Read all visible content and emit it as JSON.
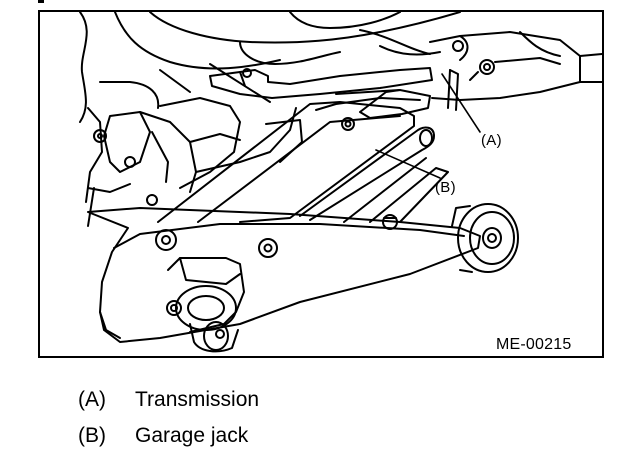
{
  "figure": {
    "id_label": "ME-00215",
    "callouts": {
      "a": "(A)",
      "b": "(B)"
    }
  },
  "legend": [
    {
      "key": "(A)",
      "text": "Transmission"
    },
    {
      "key": "(B)",
      "text": "Garage jack"
    }
  ]
}
